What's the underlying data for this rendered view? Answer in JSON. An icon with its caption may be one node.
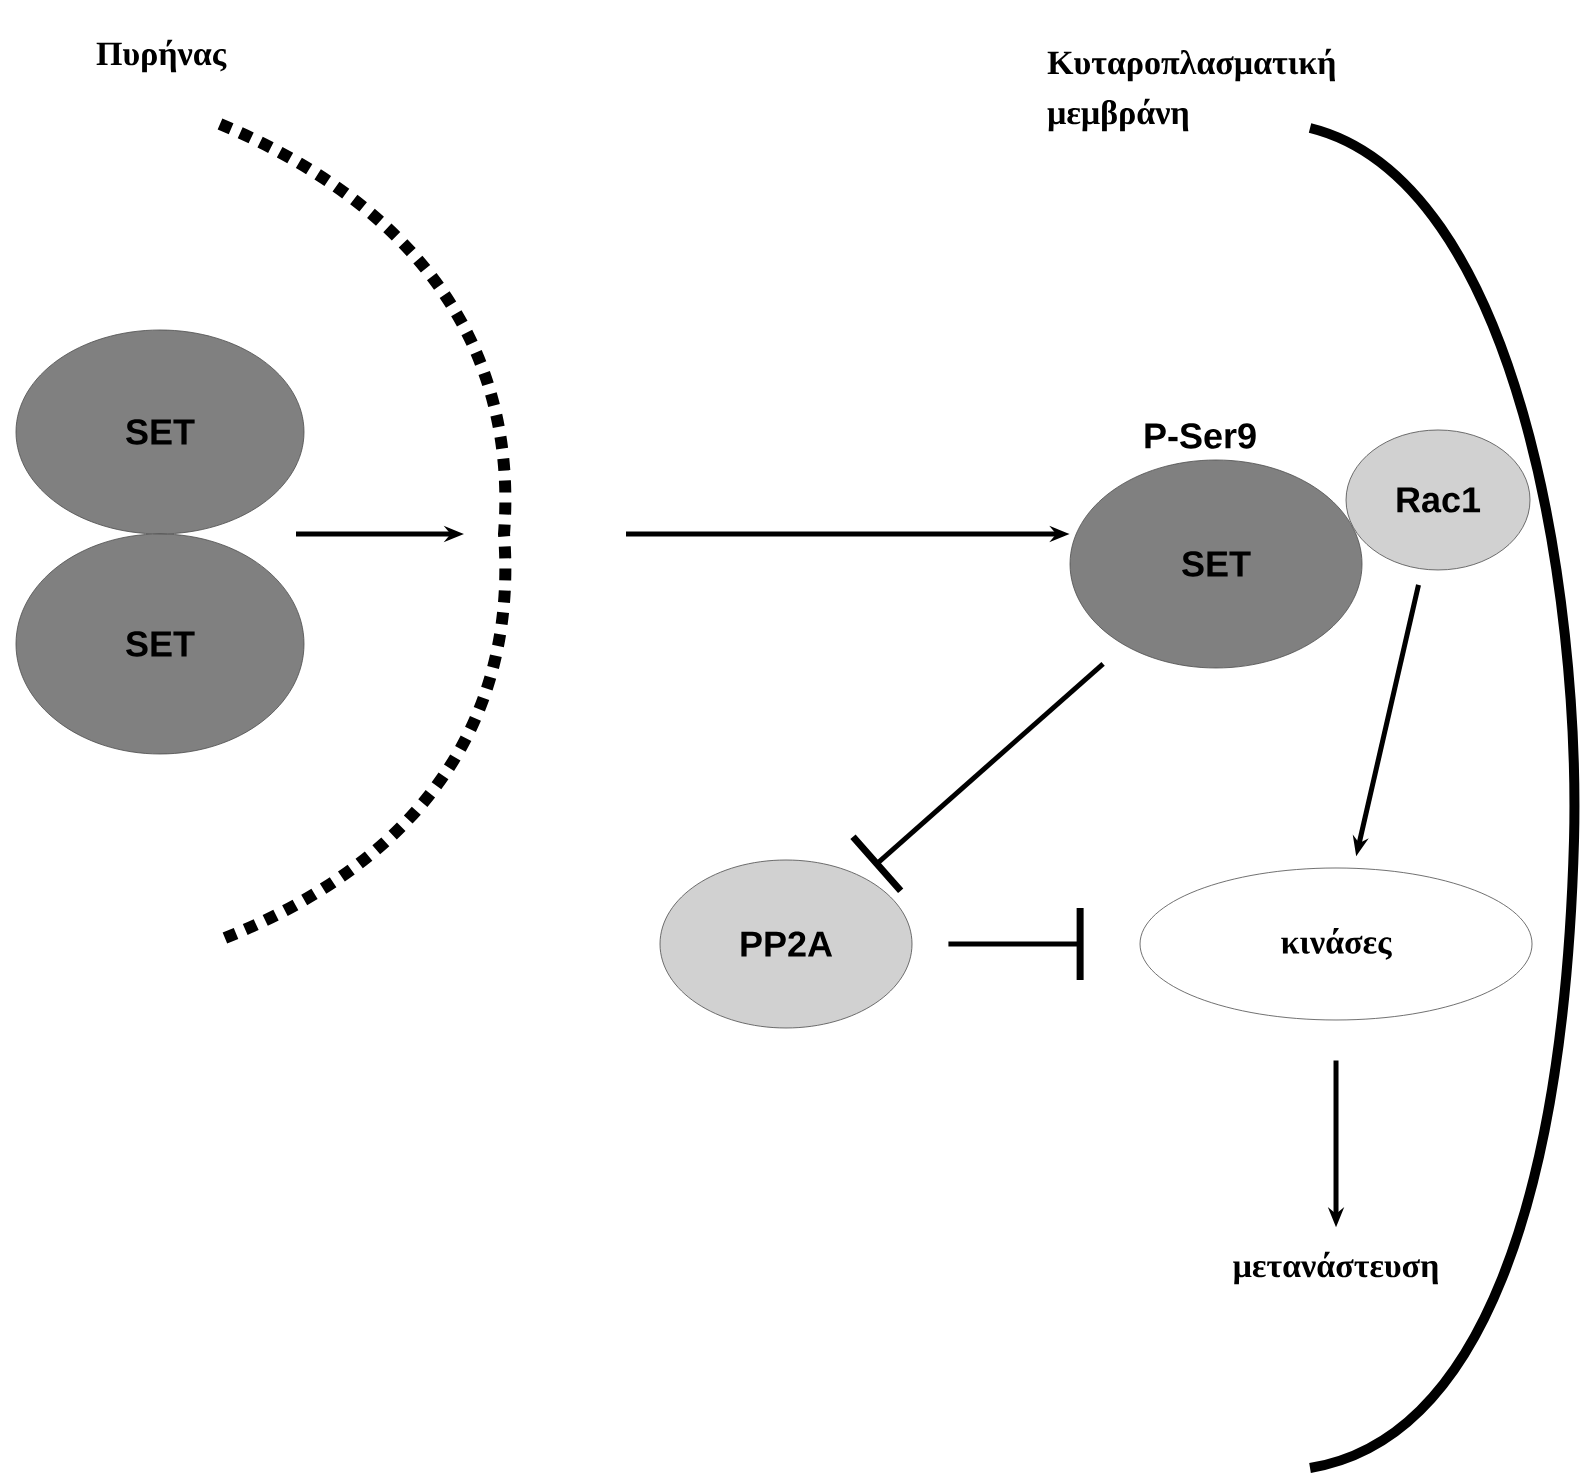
{
  "diagram": {
    "nodes": [
      {
        "text": [
          "SET"
        ]
      },
      {
        "text": [
          "SET"
        ]
      },
      {
        "text": [
          "SET"
        ],
        "beside": [
          "P-Ser9"
        ]
      },
      {
        "text": [
          "Rac1"
        ]
      },
      {
        "text": [
          "PP2A"
        ]
      },
      {
        "text": [
          "κινάσες"
        ]
      },
      {
        "text": [
          "μετανάστευση"
        ]
      }
    ],
    "edges": [
      {
        "from": 0,
        "to": null,
        "arrow": "to"
      },
      {
        "from": null,
        "to": 2,
        "arrow": "to"
      },
      {
        "from": 2,
        "to": 4,
        "arrow": "other"
      },
      {
        "from": 3,
        "to": 5,
        "arrow": "to"
      },
      {
        "from": 4,
        "to": 5,
        "arrow": "other"
      },
      {
        "from": 5,
        "to": 6,
        "arrow": "to"
      }
    ],
    "labels": [
      "Πυρήνας",
      "Κυταροπλασματική μεμβράνη"
    ]
  }
}
